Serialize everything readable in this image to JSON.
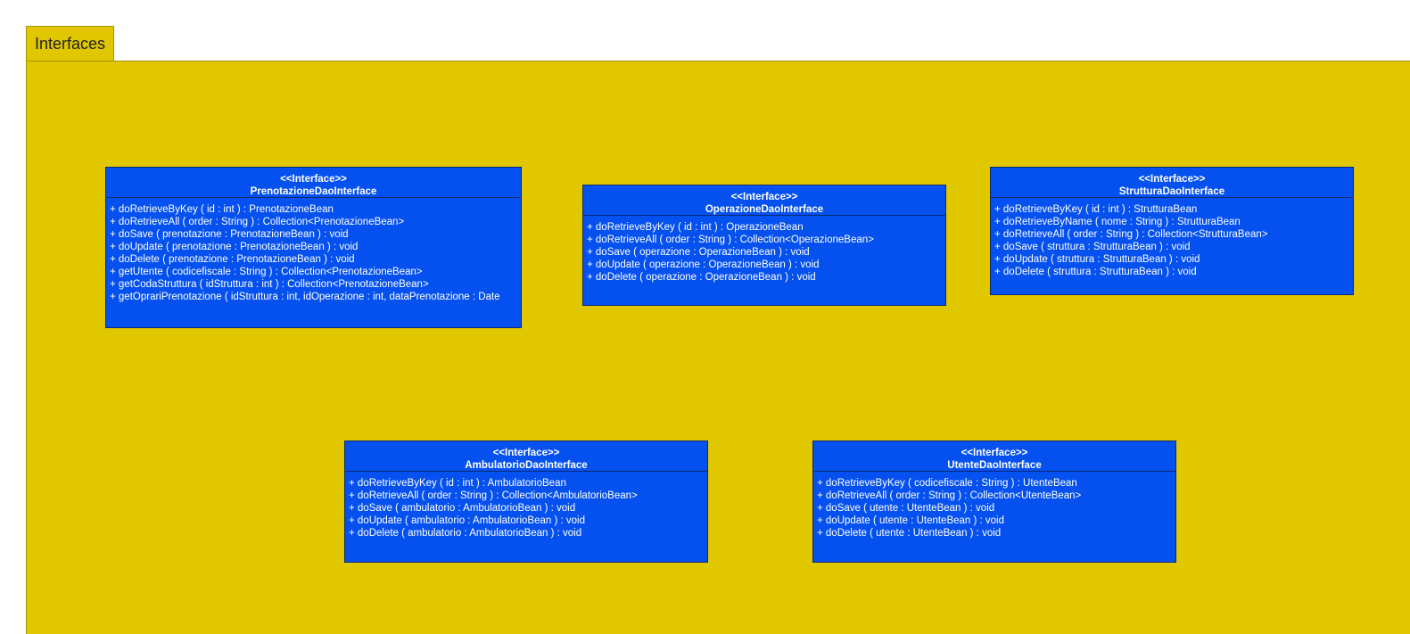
{
  "package": {
    "label": "Interfaces"
  },
  "interfaces": [
    {
      "id": "prenotazione",
      "stereotype": "<<Interface>>",
      "name": "PrenotazioneDaoInterface",
      "operations": [
        "+ doRetrieveByKey ( id : int ) : PrenotazioneBean",
        "+ doRetrieveAll ( order : String ) : Collection<PrenotazioneBean>",
        "+ doSave ( prenotazione : PrenotazioneBean ) : void",
        "+ doUpdate ( prenotazione : PrenotazioneBean ) : void",
        "+ doDelete ( prenotazione : PrenotazioneBean ) : void",
        "+ getUtente ( codicefiscale : String ) : Collection<PrenotazioneBean>",
        "+ getCodaStruttura ( idStruttura : int ) : Collection<PrenotazioneBean>",
        "+ getOprariPrenotazione ( idStruttura : int, idOperazione : int, dataPrenotazione : Date"
      ]
    },
    {
      "id": "operazione",
      "stereotype": "<<Interface>>",
      "name": "OperazioneDaoInterface",
      "operations": [
        "+ doRetrieveByKey ( id : int ) : OperazioneBean",
        "+ doRetrieveAll ( order : String ) : Collection<OperazioneBean>",
        "+ doSave ( operazione : OperazioneBean ) : void",
        "+ doUpdate ( operazione : OperazioneBean ) : void",
        "+ doDelete ( operazione : OperazioneBean ) : void"
      ]
    },
    {
      "id": "struttura",
      "stereotype": "<<Interface>>",
      "name": "StrutturaDaoInterface",
      "operations": [
        "+ doRetrieveByKey ( id : int ) : StrutturaBean",
        "+ doRetrieveByName ( nome : String ) : StrutturaBean",
        "+ doRetrieveAll ( order : String ) : Collection<StrutturaBean>",
        "+ doSave ( struttura : StrutturaBean ) : void",
        "+ doUpdate ( struttura : StrutturaBean ) : void",
        "+ doDelete ( struttura : StrutturaBean ) : void"
      ]
    },
    {
      "id": "ambulatorio",
      "stereotype": "<<Interface>>",
      "name": "AmbulatorioDaoInterface",
      "operations": [
        "+ doRetrieveByKey ( id : int ) : AmbulatorioBean",
        "+ doRetrieveAll ( order : String ) : Collection<AmbulatorioBean>",
        "+ doSave ( ambulatorio : AmbulatorioBean ) : void",
        "+ doUpdate ( ambulatorio : AmbulatorioBean ) : void",
        "+ doDelete ( ambulatorio : AmbulatorioBean ) : void"
      ]
    },
    {
      "id": "utente",
      "stereotype": "<<Interface>>",
      "name": "UtenteDaoInterface",
      "operations": [
        "+ doRetrieveByKey ( codicefiscale : String ) : UtenteBean",
        "+ doRetrieveAll ( order : String ) : Collection<UtenteBean>",
        "+ doSave ( utente : UtenteBean ) : void",
        "+ doUpdate ( utente : UtenteBean ) : void",
        "+ doDelete ( utente : UtenteBean ) : void"
      ]
    }
  ],
  "colors": {
    "package_fill": "#e1c700",
    "interface_fill": "#0551f0",
    "text": "#ffffff"
  }
}
